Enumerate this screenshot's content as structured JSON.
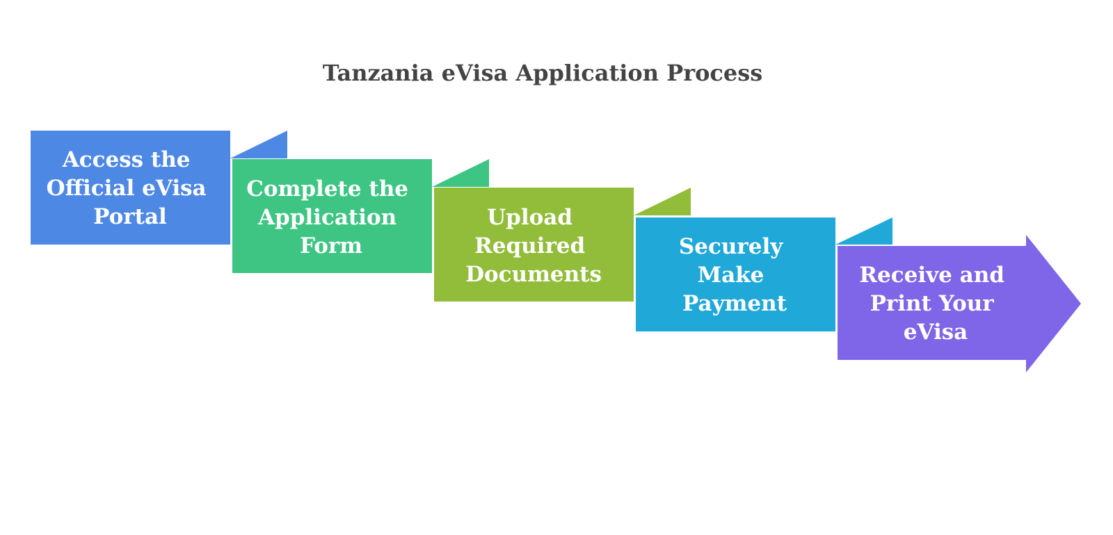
{
  "diagram": {
    "title": "Tanzania eVisa Application Process",
    "steps": [
      {
        "lines": [
          "Access the",
          "Official eVisa",
          "Portal"
        ],
        "color": "#4E88E5"
      },
      {
        "lines": [
          "Complete the",
          "Application",
          "Form"
        ],
        "color": "#3EC583"
      },
      {
        "lines": [
          "Upload",
          "Required",
          "Documents"
        ],
        "color": "#92BD3A"
      },
      {
        "lines": [
          "Securely",
          "Make",
          "Payment"
        ],
        "color": "#20A9D8"
      },
      {
        "lines": [
          "Receive and",
          "Print Your",
          "eVisa"
        ],
        "color": "#7F65E7"
      }
    ]
  }
}
